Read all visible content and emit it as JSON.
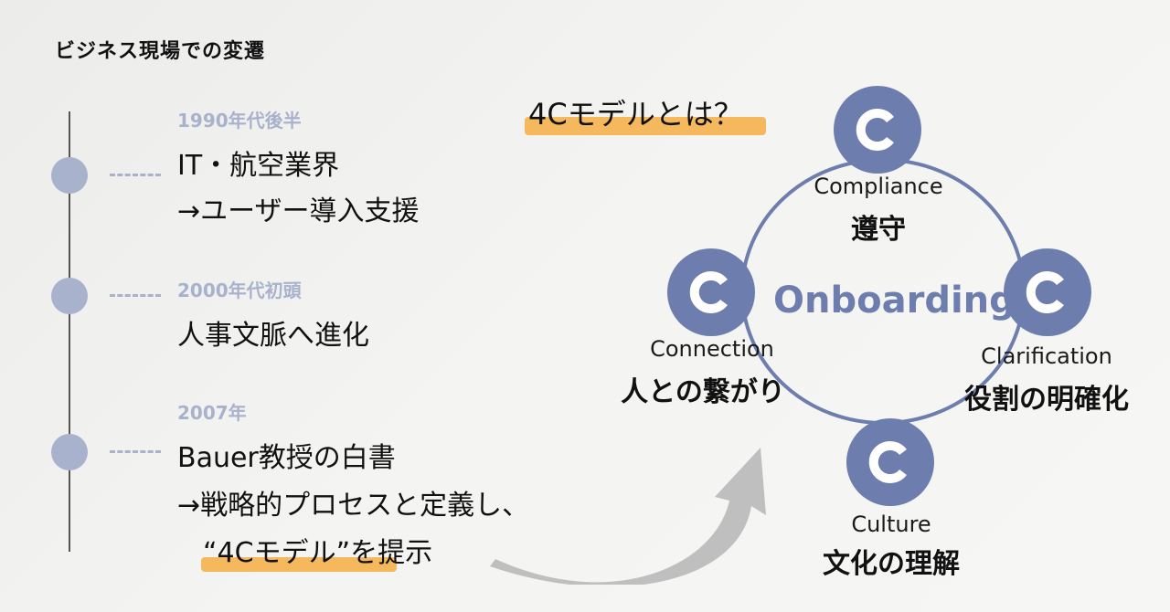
{
  "heading": "ビジネス現場での変遷",
  "timeline": [
    {
      "era": "1990年代後半",
      "lines": [
        "IT・航空業界",
        "→ユーザー導入支援"
      ]
    },
    {
      "era": "2000年代初頭",
      "lines": [
        "人事文脈へ進化"
      ]
    },
    {
      "era": "2007年",
      "lines": [
        "Bauer教授の白書",
        "→戦略的プロセスと定義し、",
        "“4Cモデル”を提示"
      ]
    }
  ],
  "diagram": {
    "question": "4Cモデルとは？",
    "center": "Onboarding",
    "node_letter": "C",
    "nodes": [
      {
        "en": "Compliance",
        "ja": "遵守"
      },
      {
        "en": "Clarification",
        "ja": "役割の明確化"
      },
      {
        "en": "Culture",
        "ja": "文化の理解"
      },
      {
        "en": "Connection",
        "ja": "人との繋がり"
      }
    ]
  },
  "colors": {
    "accent": "#6d7eae",
    "timeline": "#a9b2cc",
    "highlight": "#f5b85c",
    "arrow": "#b9b9b9"
  }
}
